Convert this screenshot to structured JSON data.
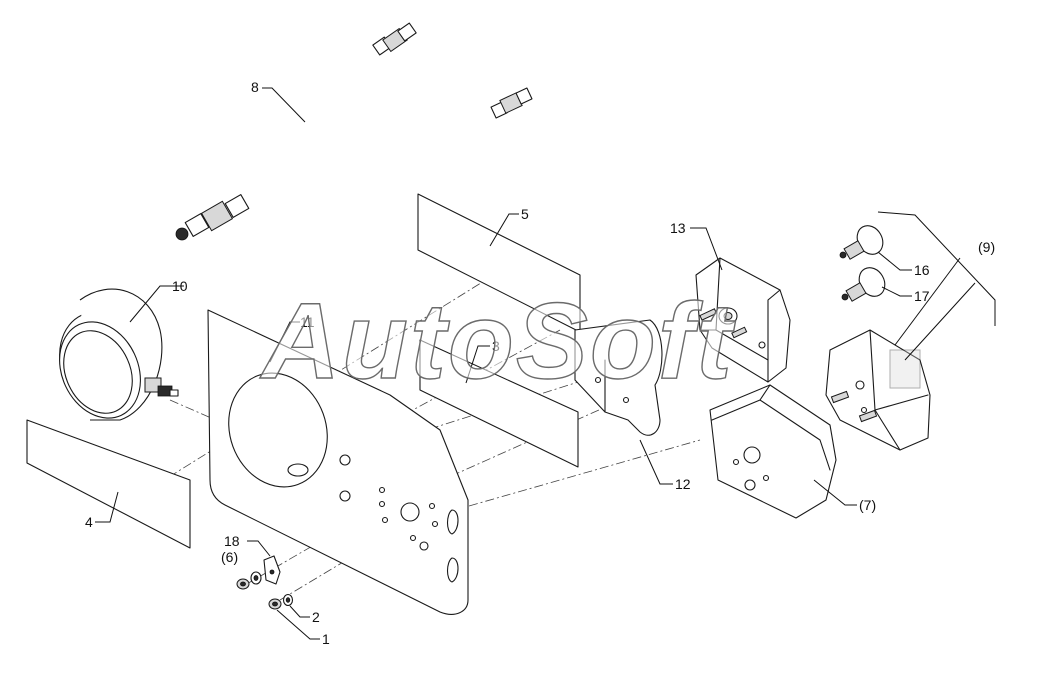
{
  "watermark": "AutoSoft",
  "callouts": {
    "c1": "1",
    "c2": "2",
    "c3": "3",
    "c4": "4",
    "c5": "5",
    "c6": "(6)",
    "c7": "(7)",
    "c8": "8",
    "c9": "(9)",
    "c10": "10",
    "c11": "11",
    "c12": "12",
    "c13": "13",
    "c16": "16",
    "c17": "17",
    "c18": "18"
  }
}
